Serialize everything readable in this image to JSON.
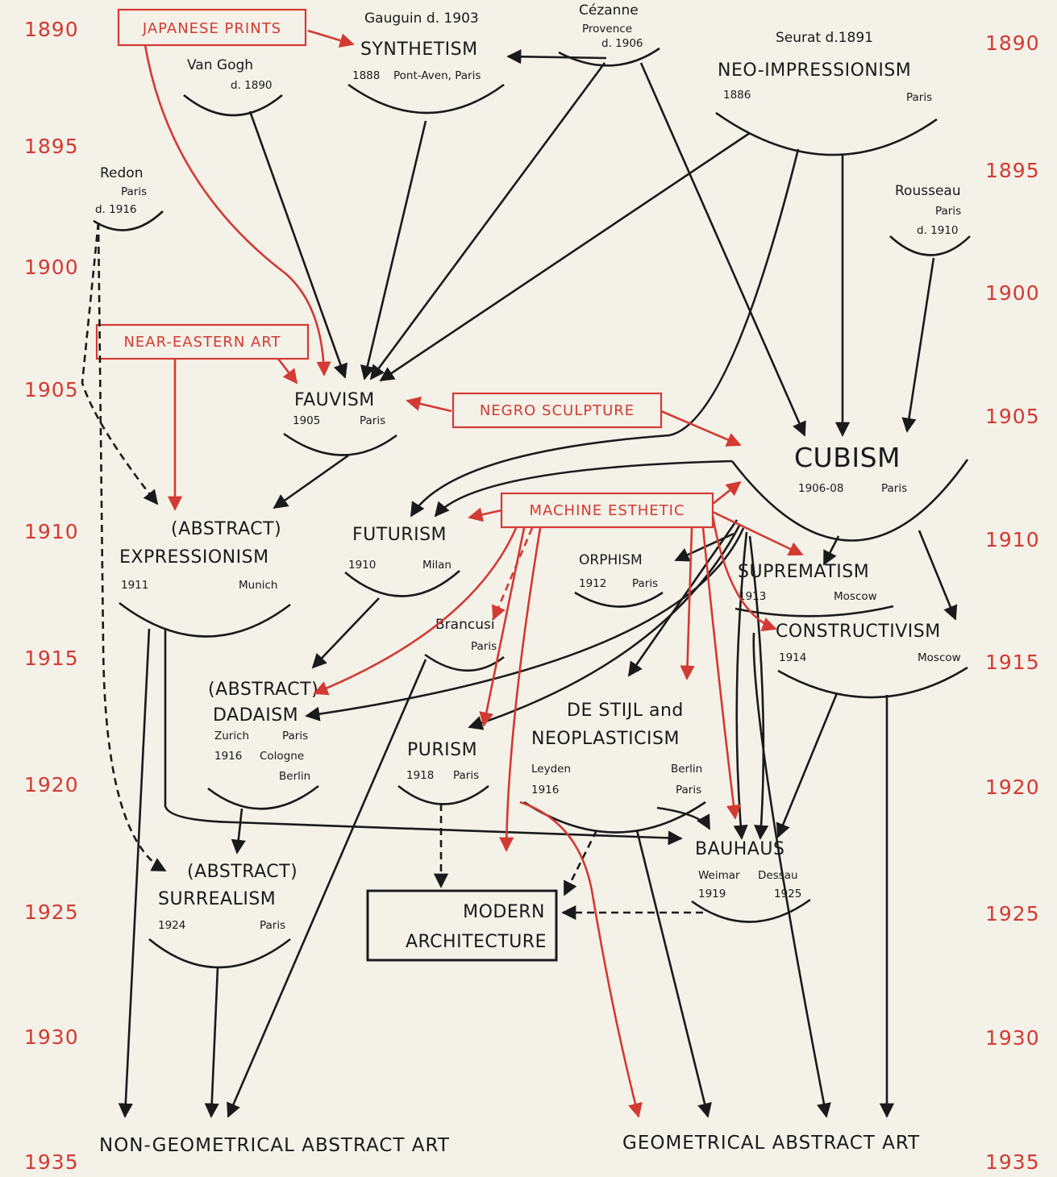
{
  "years_left": [
    "1890",
    "1895",
    "1900",
    "1905",
    "1910",
    "1915",
    "1920",
    "1925",
    "1930",
    "1935"
  ],
  "years_right": [
    "1890",
    "1895",
    "1900",
    "1905",
    "1910",
    "1915",
    "1920",
    "1925",
    "1930",
    "1935"
  ],
  "influences": {
    "japanese_prints": "JAPANESE PRINTS",
    "near_eastern_art": "NEAR-EASTERN ART",
    "negro_sculpture": "NEGRO SCULPTURE",
    "machine_esthetic": "MACHINE ESTHETIC"
  },
  "nodes": {
    "van_gogh": {
      "artist": "Van Gogh",
      "death": "d. 1890"
    },
    "gauguin": {
      "artist": "Gauguin d. 1903",
      "movement": "SYNTHETISM",
      "year": "1888",
      "place": "Pont-Aven, Paris"
    },
    "cezanne": {
      "artist": "Cézanne",
      "place": "Provence",
      "death": "d. 1906"
    },
    "seurat": {
      "artist": "Seurat d.1891",
      "movement": "NEO-IMPRESSIONISM",
      "year": "1886",
      "place": "Paris"
    },
    "redon": {
      "artist": "Redon",
      "place": "Paris",
      "death": "d. 1916"
    },
    "rousseau": {
      "artist": "Rousseau",
      "place": "Paris",
      "death": "d. 1910"
    },
    "fauvism": {
      "movement": "FAUVISM",
      "year": "1905",
      "place": "Paris"
    },
    "cubism": {
      "movement": "CUBISM",
      "year": "1906-08",
      "place": "Paris"
    },
    "expressionism": {
      "line1": "(ABSTRACT)",
      "line2": "EXPRESSIONISM",
      "year": "1911",
      "place": "Munich"
    },
    "futurism": {
      "movement": "FUTURISM",
      "year": "1910",
      "place": "Milan"
    },
    "orphism": {
      "movement": "ORPHISM",
      "year": "1912",
      "place": "Paris"
    },
    "suprematism": {
      "movement": "SUPREMATISM",
      "year": "1913",
      "place": "Moscow"
    },
    "constructivism": {
      "movement": "CONSTRUCTIVISM",
      "year": "1914",
      "place": "Moscow"
    },
    "brancusi": {
      "artist": "Brancusi",
      "place": "Paris"
    },
    "dadaism": {
      "line1": "(ABSTRACT)",
      "line2": "DADAISM",
      "place1": "Zurich",
      "place2": "Paris",
      "year": "1916",
      "place3": "Cologne",
      "place4": "Berlin"
    },
    "purism": {
      "movement": "PURISM",
      "year": "1918",
      "place": "Paris"
    },
    "de_stijl": {
      "line1": "DE STIJL and",
      "line2": "NEOPLASTICISM",
      "place1": "Leyden",
      "place2": "Berlin",
      "year": "1916",
      "place3": "Paris"
    },
    "bauhaus": {
      "movement": "BAUHAUS",
      "place1": "Weimar",
      "place2": "Dessau",
      "year1": "1919",
      "year2": "1925"
    },
    "surrealism": {
      "line1": "(ABSTRACT)",
      "line2": "SURREALISM",
      "year": "1924",
      "place": "Paris"
    },
    "modern_architecture": {
      "line1": "MODERN",
      "line2": "ARCHITECTURE"
    }
  },
  "outcomes": {
    "non_geometrical": "NON-GEOMETRICAL ABSTRACT ART",
    "geometrical": "GEOMETRICAL ABSTRACT ART"
  },
  "colors": {
    "black": "#1a1a1a",
    "red": "#d23a33",
    "paper": "#f4f1e8"
  }
}
